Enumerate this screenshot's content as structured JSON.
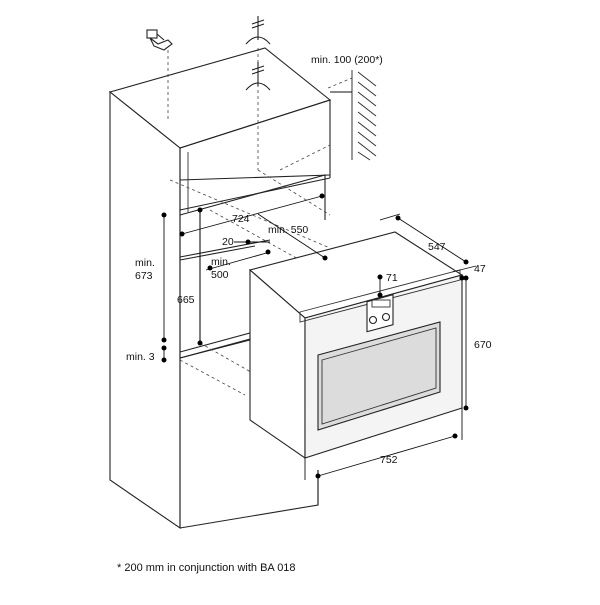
{
  "labels": {
    "min_100": "min. 100 (200*)",
    "w_724": "724",
    "min_550": "min. 550",
    "d_547": "547",
    "d_47": "47",
    "d_20": "20",
    "min_500_a": "min.",
    "min_500_b": "500",
    "min_673_a": "min.",
    "min_673_b": "673",
    "d_665": "665",
    "d_71": "71",
    "h_670": "670",
    "min_3": "min. 3",
    "w_752": "752"
  },
  "footnote": "* 200 mm in conjunction with BA 018",
  "icons": [
    "plug-icon",
    "ground-symbol-icon"
  ]
}
